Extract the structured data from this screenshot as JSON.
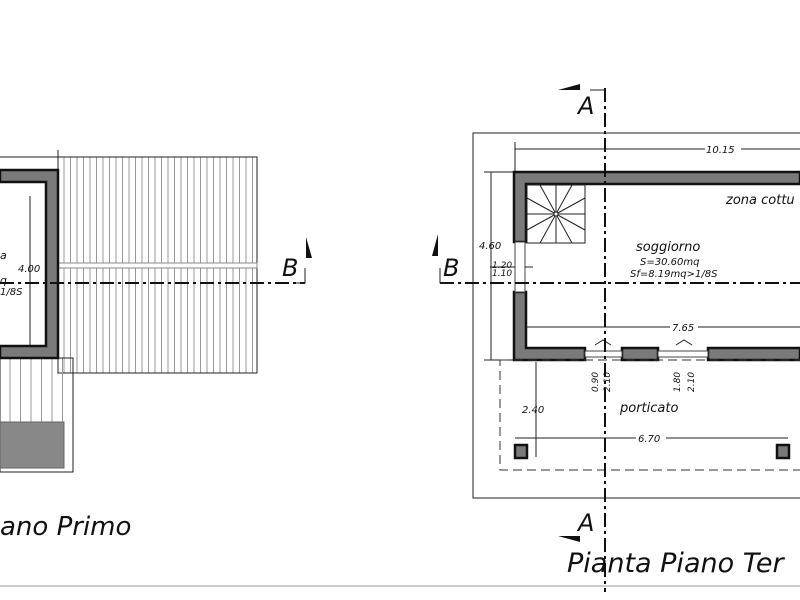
{
  "left_plan": {
    "title": "ano Primo",
    "dim_height": "4.00",
    "label_fragment_1": "a",
    "label_fragment_2": "q",
    "ratio_fragment": "1/8S",
    "section_b": "B"
  },
  "right_plan": {
    "title": "Pianta Piano Ter",
    "section_a_top": "A",
    "section_a_bottom": "A",
    "section_b": "B",
    "dims": {
      "overall_width": "10.15",
      "overall_depth": "4.60",
      "window_h1": "1.20",
      "window_h2": "1.10",
      "inner_width": "7.65",
      "door1_width": "0.90",
      "door1_height": "2.10",
      "door2_width": "1.80",
      "door2_height": "2.10",
      "porch_depth": "2.40",
      "porch_width": "6.70"
    },
    "rooms": {
      "kitchen": "zona cottu",
      "living": "soggiorno",
      "living_area": "S=30.60mq",
      "living_window_area": "Sf=8.19mq>1/8S",
      "porch": "porticato"
    }
  }
}
